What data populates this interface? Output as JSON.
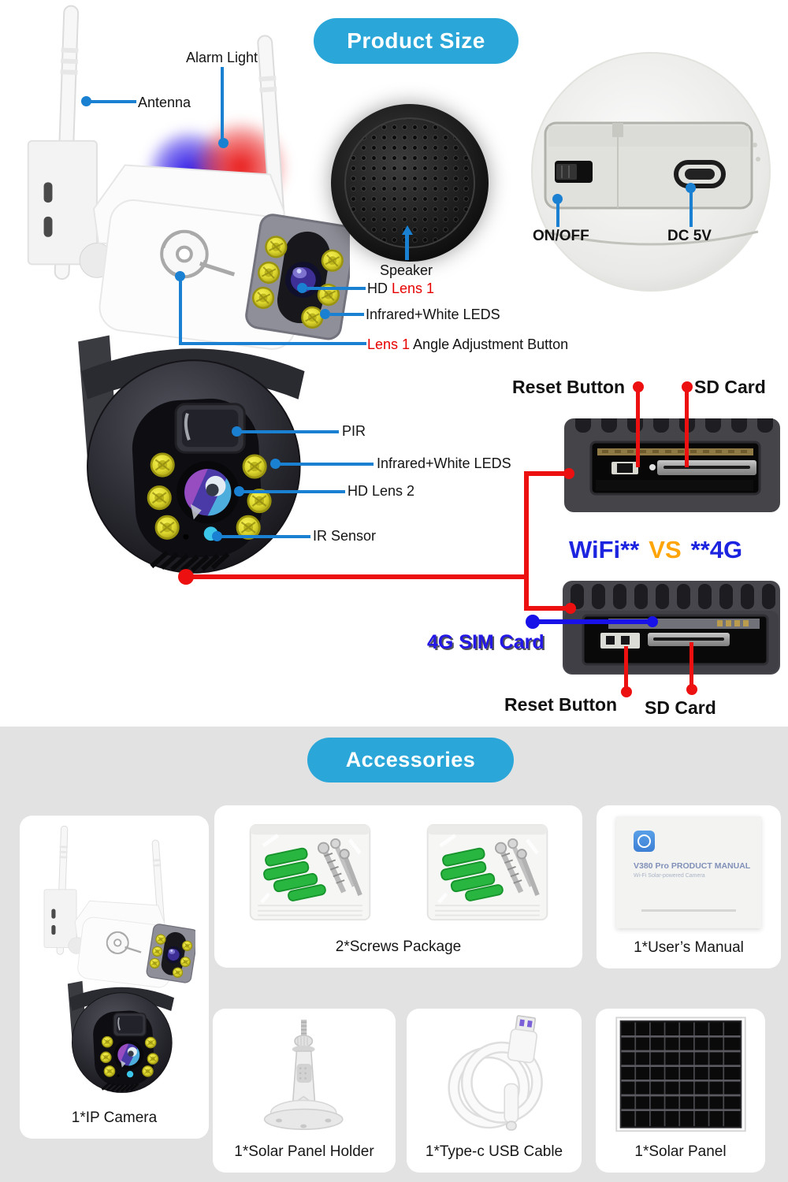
{
  "sections": {
    "product_size": "Product Size",
    "accessories": "Accessories"
  },
  "camera_callouts": {
    "alarm_light": "Alarm Light",
    "antenna": "Antenna",
    "speaker": "Speaker",
    "hd_lens1_black": "HD ",
    "hd_lens1_red": "Lens 1",
    "infrared_leds_top": "Infrared+White LEDS",
    "lens1_adjust_red": "Lens 1",
    "lens1_adjust_black": " Angle Adjustment Button",
    "pir": "PIR",
    "infrared_leds_bottom": "Infrared+White LEDS",
    "hd_lens2": "HD Lens 2",
    "ir_sensor": "IR Sensor"
  },
  "bottom_view": {
    "on_off": "ON/OFF",
    "dc_5v": "DC 5V"
  },
  "wifi_slot": {
    "reset_button": "Reset Button",
    "sd_card": "SD Card"
  },
  "comparison": {
    "wifi": "WiFi**",
    "vs": "VS",
    "g4": "**4G"
  },
  "sim_slot": {
    "sim_card": "4G SIM Card",
    "reset_button": "Reset Button",
    "sd_card": "SD Card"
  },
  "accessories": {
    "items": [
      {
        "label": "1*IP Camera"
      },
      {
        "label": "2*Screws Package"
      },
      {
        "label": "1*User’s Manual"
      },
      {
        "label": "1*Solar Panel Holder"
      },
      {
        "label": "1*Type-c USB Cable"
      },
      {
        "label": "1*Solar Panel"
      }
    ],
    "manual_cover": {
      "title": "V380 Pro PRODUCT MANUAL",
      "subtitle": "Wi-Fi Solar-powered Camera"
    }
  },
  "colors": {
    "accent_cyan": "#2aa7d8",
    "callout_blue": "#1a80d2",
    "callout_red": "#ec1010",
    "highlight_red": "#e60000",
    "wifi_blue": "#1d24e0",
    "vs_orange": "#ffa507",
    "sim_blue": "#2217e5",
    "section_bg": "#e2e2e2"
  }
}
